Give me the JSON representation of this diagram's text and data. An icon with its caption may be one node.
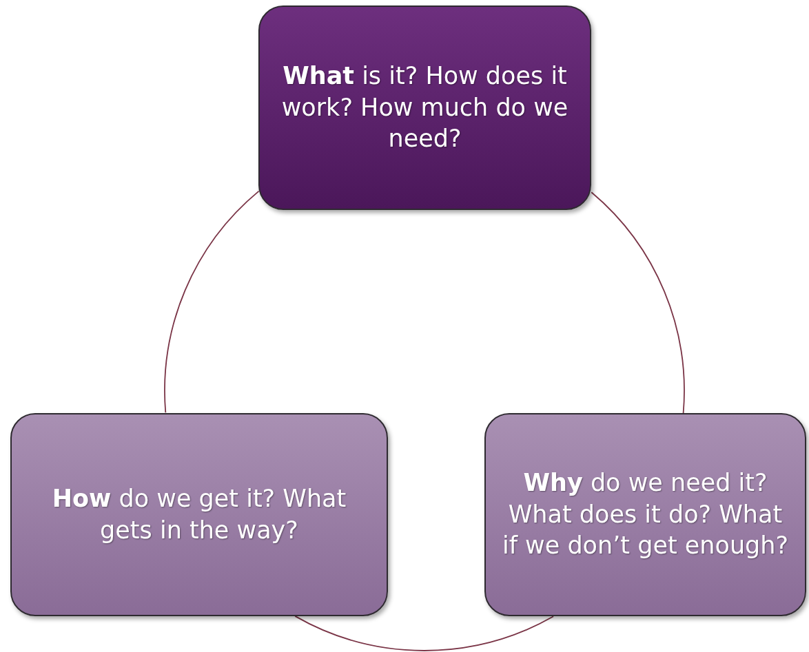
{
  "diagram": {
    "nodes": [
      {
        "text": [
          "**What** is it? How does it work? How much do we need?"
        ]
      },
      {
        "text": [
          "**Why** do we need it? What does it do? What if we don’t get enough?"
        ]
      },
      {
        "text": [
          "**How** do we get it? What gets in the way?"
        ]
      }
    ],
    "edges": [
      {
        "from": 0,
        "to": 1,
        "arrow": "none"
      },
      {
        "from": 1,
        "to": 2,
        "arrow": "none"
      },
      {
        "from": 2,
        "to": 0,
        "arrow": "none"
      }
    ]
  }
}
